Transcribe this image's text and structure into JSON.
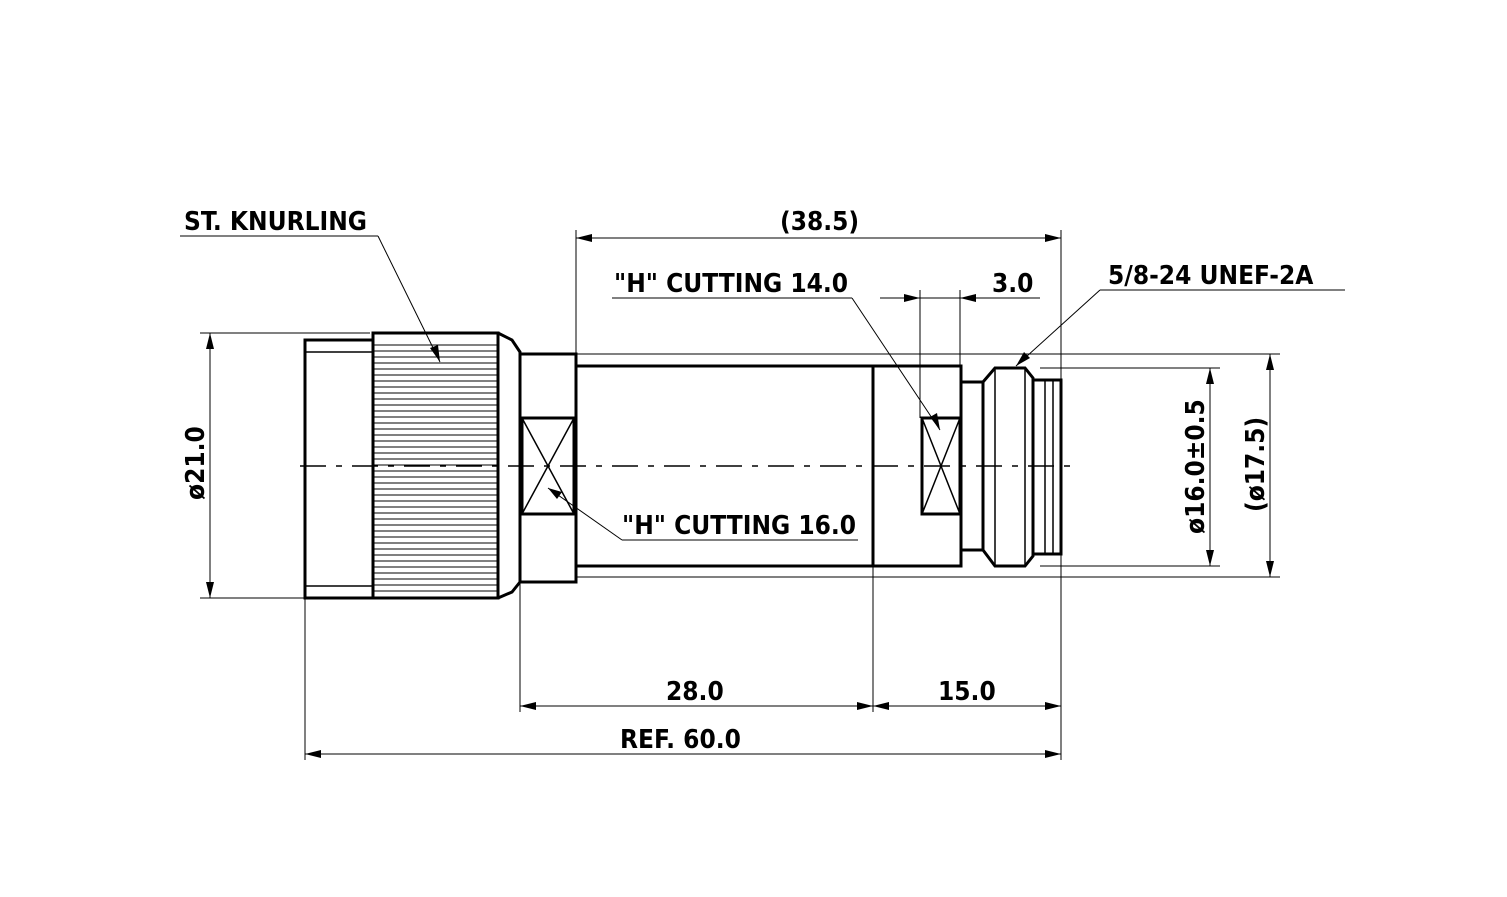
{
  "labels": {
    "knurling": "ST. KNURLING",
    "overall_body": "(38.5)",
    "h_cutting_top": "\"H\" CUTTING 14.0",
    "flat_width": "3.0",
    "thread": "5/8-24 UNEF-2A",
    "h_cutting_bottom": "\"H\" CUTTING 16.0",
    "diameter_left": "ø21.0",
    "diameter_thread": "ø16.0±0.5",
    "diameter_ref": "(ø17.5)",
    "len_body": "28.0",
    "len_jack": "15.0",
    "len_total": "REF. 60.0"
  }
}
